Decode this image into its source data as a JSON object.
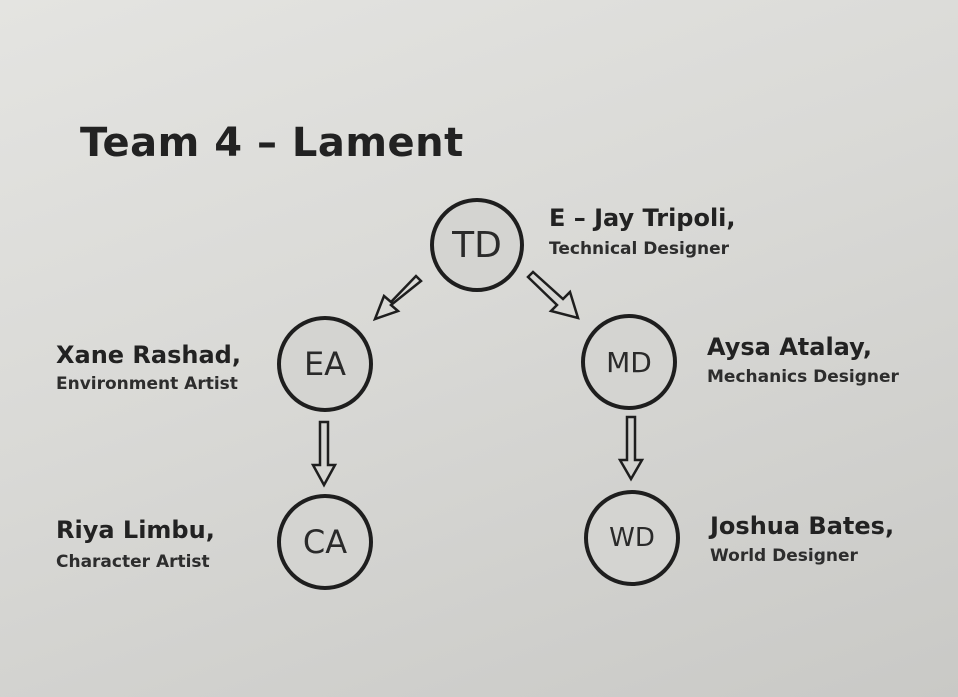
{
  "title": "Team 4 – Lament",
  "nodes": {
    "td": {
      "abbr": "TD",
      "name": "E – Jay Tripoli,",
      "role": "Technical Designer"
    },
    "ea": {
      "abbr": "EA",
      "name": "Xane Rashad,",
      "role": "Environment Artist"
    },
    "md": {
      "abbr": "MD",
      "name": "Aysa Atalay,",
      "role": "Mechanics Designer"
    },
    "ca": {
      "abbr": "CA",
      "name": "Riya Limbu,",
      "role": "Character Artist"
    },
    "wd": {
      "abbr": "WD",
      "name": "Joshua Bates,",
      "role": "World Designer"
    }
  }
}
